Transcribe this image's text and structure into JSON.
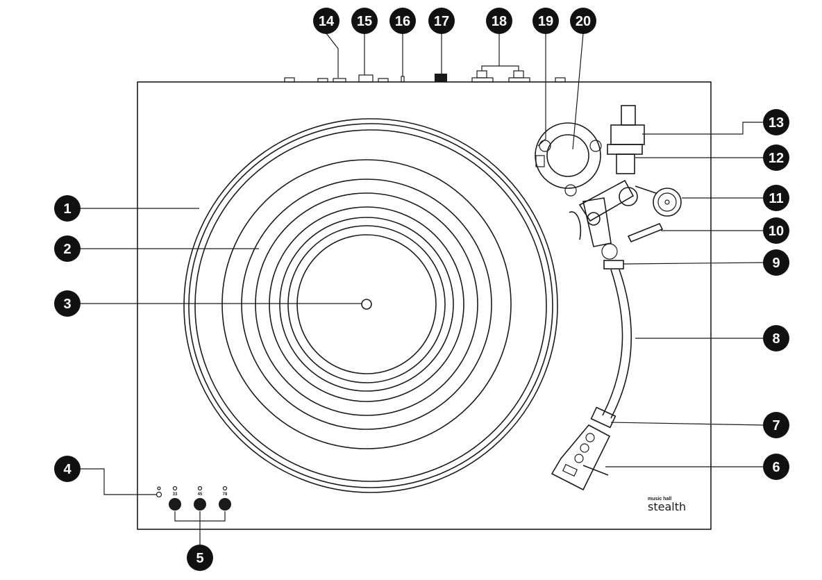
{
  "brand": {
    "line1": "music hall",
    "line2": "stealth"
  },
  "speed_labels": [
    "33",
    "45",
    "78"
  ],
  "callouts": [
    {
      "n": "1"
    },
    {
      "n": "2"
    },
    {
      "n": "3"
    },
    {
      "n": "4"
    },
    {
      "n": "5"
    },
    {
      "n": "6"
    },
    {
      "n": "7"
    },
    {
      "n": "8"
    },
    {
      "n": "9"
    },
    {
      "n": "10"
    },
    {
      "n": "11"
    },
    {
      "n": "12"
    },
    {
      "n": "13"
    },
    {
      "n": "14"
    },
    {
      "n": "15"
    },
    {
      "n": "16"
    },
    {
      "n": "17"
    },
    {
      "n": "18"
    },
    {
      "n": "19"
    },
    {
      "n": "20"
    }
  ],
  "colors": {
    "line": "#1a1a1a",
    "callout_fill": "#111111",
    "background": "#ffffff"
  }
}
